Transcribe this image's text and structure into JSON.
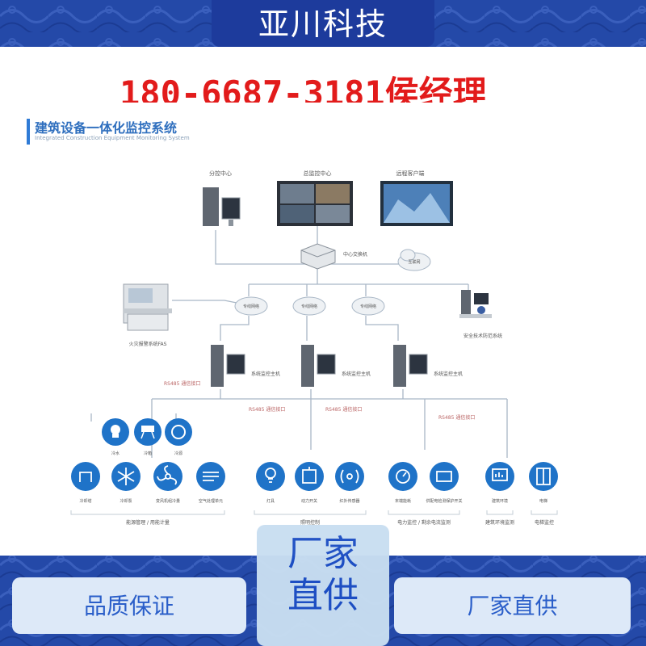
{
  "header": {
    "brand": "亚川科技",
    "contact": "180-6687-3181侯经理"
  },
  "diagram": {
    "title": "建筑设备一体化监控系统",
    "subtitle": "Integrated Construction Equipment Monitoring System",
    "top_nodes": {
      "branch": "分控中心",
      "main": "总监控中心",
      "remote": "远程客户端"
    },
    "switch": "中心交换机",
    "cloud_top": "互联网",
    "cloud_mid": [
      "专线网络",
      "专线网络",
      "专线网络"
    ],
    "fire": "火灾报警系统FAS",
    "security": "安全技术防范系统",
    "host": "系统监控主机",
    "rs485": [
      "RS485 通信接口",
      "RS485 通信接口",
      "RS485 通信接口",
      "RS485 通信接口"
    ],
    "upper_icons": [
      "冷水",
      "冷箱",
      "冷源"
    ],
    "icon_labels": [
      "冷却塔",
      "冷却泵",
      "变风机组冷量",
      "空气处理单元",
      "灯具",
      "动力开关",
      "红外传感器",
      "末端能耗",
      "供配电检测保护开关",
      "建筑环境",
      "电梯"
    ],
    "group_labels": [
      "能源管理 / 用能计量",
      "照明控制",
      "电力监控 / 剩余电流监测",
      "建筑环境监测",
      "电梯监控"
    ]
  },
  "footer": {
    "badge_line1": "厂家",
    "badge_line2": "直供",
    "left": "品质保证",
    "right": "厂家直供"
  },
  "colors": {
    "frame": "#1d3b9c",
    "accent": "#2f7bd6",
    "icon": "#1f73c8",
    "phone": "#e21b1b",
    "line": "#a9b7c6"
  }
}
